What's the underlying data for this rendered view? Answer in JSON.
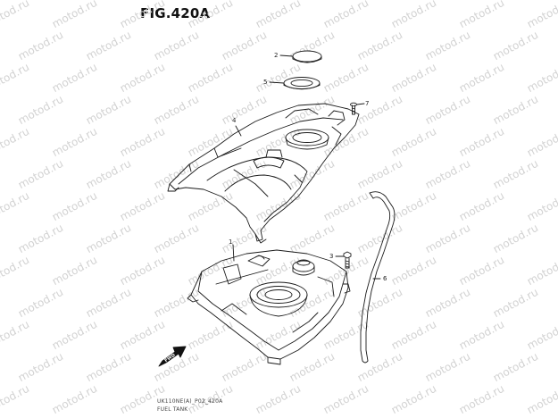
{
  "figure_title": "FIG.420A",
  "watermark_text": "motod.ru",
  "callouts": {
    "p1": "1",
    "p2": "2",
    "p3": "3",
    "p4": "4",
    "p5": "5",
    "p6": "6",
    "p7": "7"
  },
  "forward_arrow_label": "FWD",
  "footer": {
    "code": "UK110NE(A)_P02_420A",
    "caption": "FUEL TANK"
  }
}
